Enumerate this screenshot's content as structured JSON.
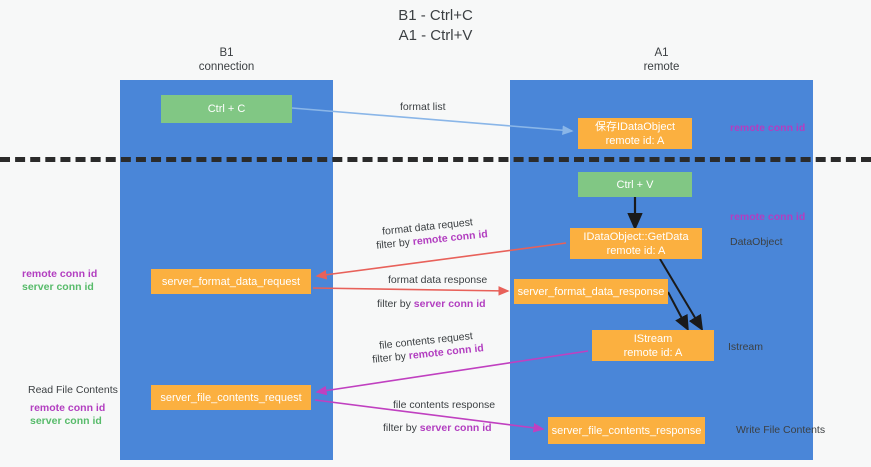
{
  "title": "B1 - Ctrl+C\nA1 - Ctrl+V",
  "lanes": {
    "left": {
      "head": "B1\nconnection",
      "color": "#4a86d8"
    },
    "right": {
      "head": "A1\nremote",
      "color": "#4a86d8"
    }
  },
  "colors": {
    "lane": "#4a86d8",
    "green_node": "#81c784",
    "orange_node": "#fbb040",
    "purple_text": "#b23ec0",
    "green_text": "#57bb6a",
    "divider": "#2b2b2b",
    "arrow_blue": "#8ab6e8",
    "arrow_red": "#e8615a",
    "arrow_magenta": "#c040c0",
    "arrow_black": "#1a1a1a",
    "page_bg": "#f7f8f8"
  },
  "nodes": {
    "ctrl_c": "Ctrl + C",
    "idataobject": "保存IDataObject\nremote id: A",
    "ctrl_v": "Ctrl + V",
    "getdata": "IDataObject::GetData\nremote id: A",
    "server_format_data_request": "server_format_data_request",
    "server_format_data_response": "server_format_data_response",
    "istream": "IStream\nremote id: A",
    "server_file_contents_request": "server_file_contents_request",
    "server_file_contents_response": "server_file_contents_response"
  },
  "edge_labels": {
    "format_list": "format list",
    "format_data_request": "format data request",
    "format_data_request_filter_prefix": "filter by ",
    "format_data_request_filter_value": "remote conn id",
    "format_data_response": "format data response",
    "format_data_response_filter_prefix": "filter by ",
    "format_data_response_filter_value": "server conn id",
    "file_contents_request": "file contents request",
    "file_contents_request_filter_prefix": "filter by ",
    "file_contents_request_filter_value": "remote conn id",
    "file_contents_response": "file contents response",
    "file_contents_response_filter_prefix": "filter by ",
    "file_contents_response_filter_value": "server conn id"
  },
  "right_annotations": {
    "remote_conn_id_top": "remote conn id",
    "remote_conn_id_mid": "remote conn id",
    "dataobject": "DataObject",
    "istream": "Istream",
    "write_file_contents": "Write File Contents"
  },
  "left_annotations": {
    "remote_conn_id_1": "remote conn id",
    "server_conn_id_1": "server conn id",
    "read_file_contents": "Read File Contents",
    "remote_conn_id_2": "remote conn id",
    "server_conn_id_2": "server conn id"
  }
}
